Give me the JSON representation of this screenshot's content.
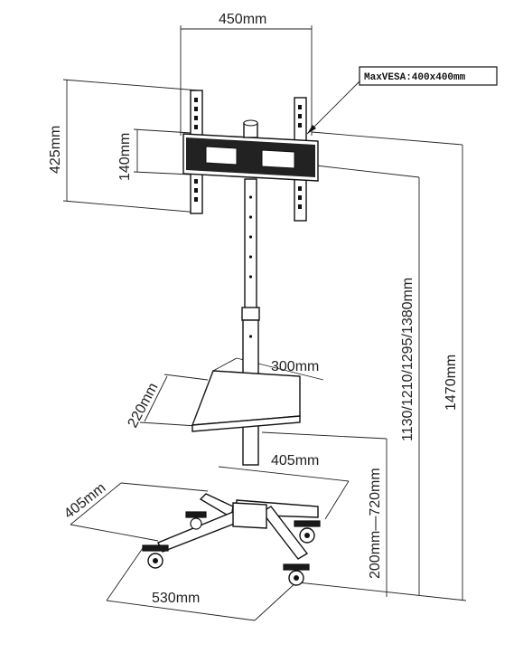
{
  "labels": {
    "width_450": "450mm",
    "vesa": "MaxVESA:400x400mm",
    "height_425": "425mm",
    "height_140": "140mm",
    "heights_column": "1130/1210/1295/1380mm",
    "height_1470": "1470mm",
    "shelf_300": "300mm",
    "shelf_220": "220mm",
    "base_405_right": "405mm",
    "base_405_left": "405mm",
    "shelf_height": "200mm—720mm",
    "base_530": "530mm"
  }
}
